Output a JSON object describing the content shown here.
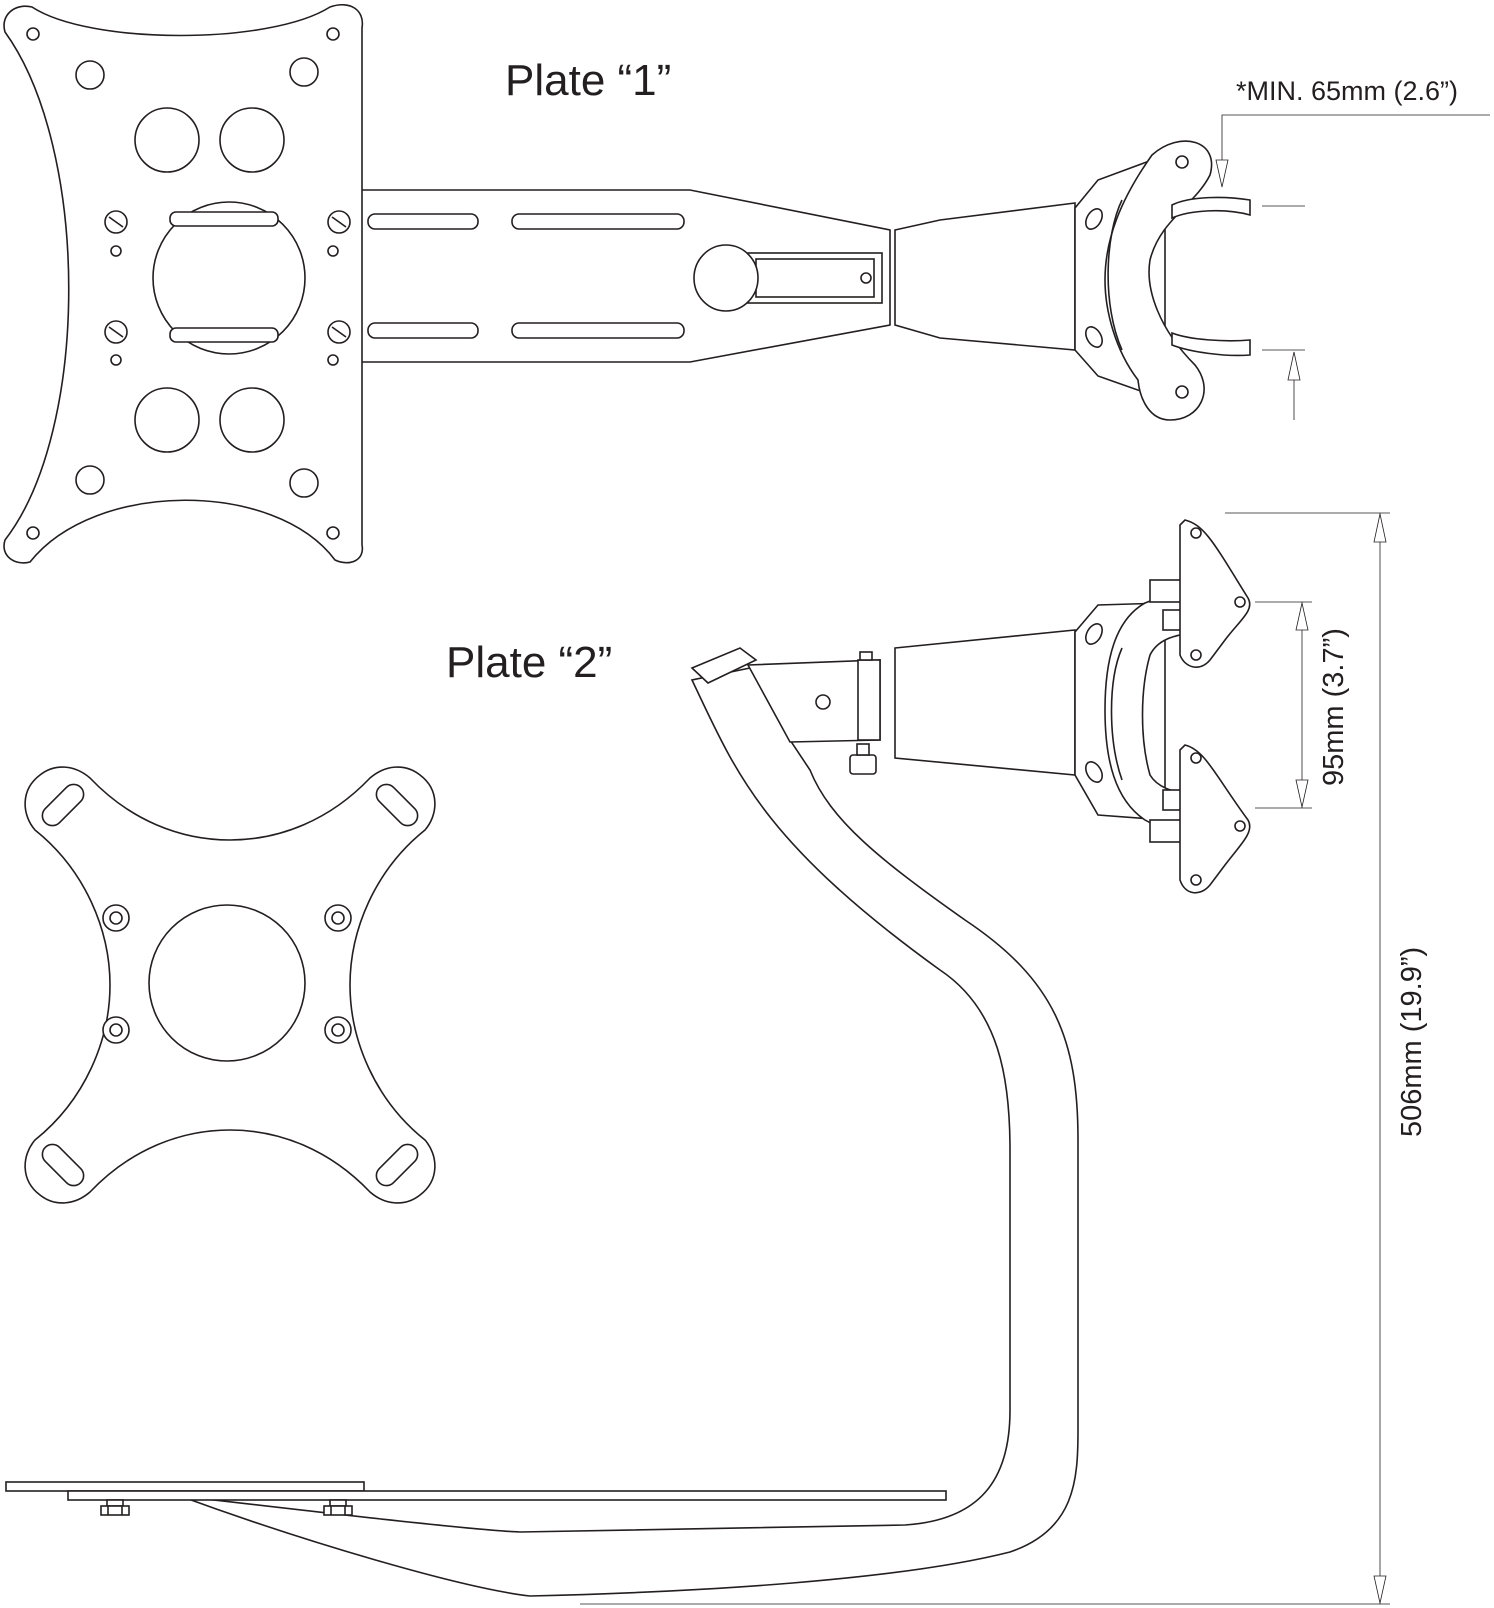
{
  "labels": {
    "plate1": "Plate “1”",
    "plate2": "Plate “2”",
    "min_clearance": "*MIN. 65mm (2.6”)",
    "height_95": "95mm (3.7”)",
    "height_506": "506mm (19.9”)"
  },
  "colors": {
    "line": "#231f20",
    "background": "#ffffff"
  }
}
